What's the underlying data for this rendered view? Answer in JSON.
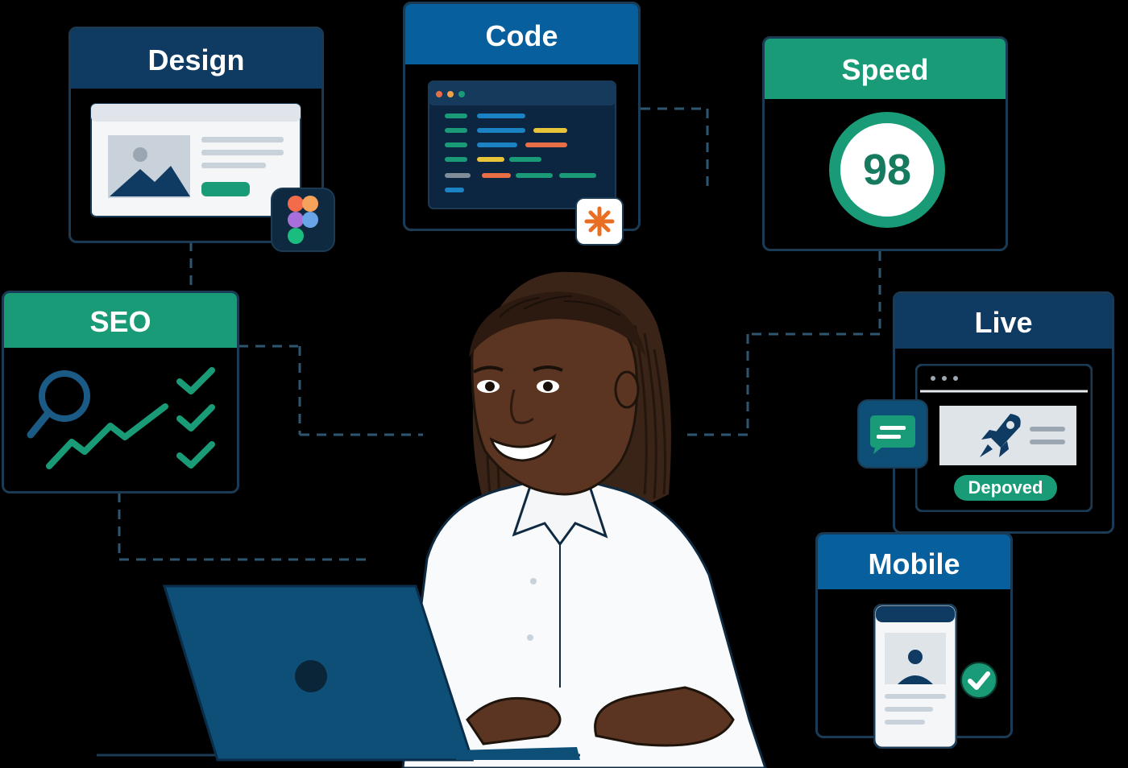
{
  "cards": {
    "design": {
      "title": "Design"
    },
    "code": {
      "title": "Code"
    },
    "speed": {
      "title": "Speed",
      "score": "98"
    },
    "seo": {
      "title": "SEO"
    },
    "live": {
      "title": "Live",
      "status_badge": "Depoved"
    },
    "mobile": {
      "title": "Mobile"
    }
  },
  "icons": {
    "design": [
      "browser-mockup-icon",
      "image-placeholder-icon",
      "figma-icon"
    ],
    "code": [
      "code-editor-icon",
      "asterisk-logo-icon"
    ],
    "seo": [
      "magnifier-icon",
      "trend-line-icon",
      "checkmark-icon"
    ],
    "live": [
      "rocket-icon",
      "chat-bubble-icon"
    ],
    "mobile": [
      "phone-icon",
      "user-avatar-icon",
      "check-circle-icon"
    ],
    "workspace": [
      "person-illustration",
      "laptop-icon"
    ]
  },
  "colors": {
    "background": "#000000",
    "navy": "#0f3b63",
    "blue": "#07609d",
    "green": "#1a9b78",
    "border": "#1b3b55",
    "dashed_line": "#2f5671"
  }
}
